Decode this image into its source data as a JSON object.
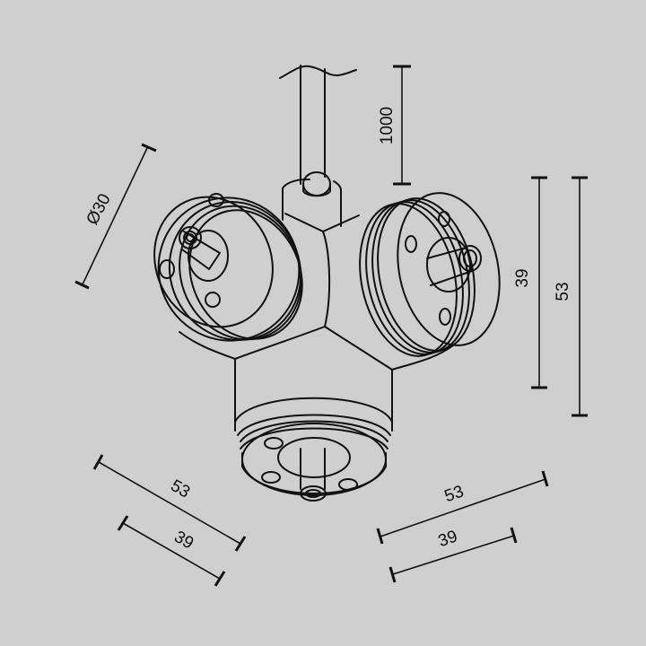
{
  "diagram": {
    "subject": "three-way ceiling connector with cable",
    "background_color": "#cfcfcf",
    "line_color": "#111111",
    "dimensions": {
      "cable_length": "1000",
      "diameter": "Ø30",
      "right_vertical_inner": "39",
      "right_vertical_outer": "53",
      "bottom_left_outer": "53",
      "bottom_left_inner": "39",
      "bottom_right_outer": "53",
      "bottom_right_inner": "39"
    }
  }
}
